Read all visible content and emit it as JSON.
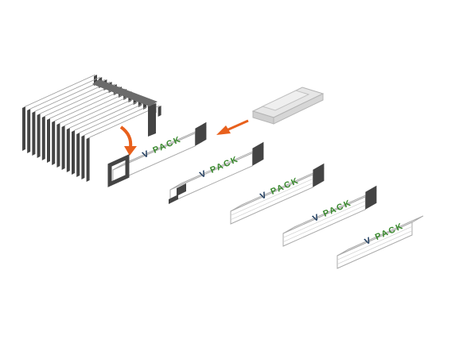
{
  "brand": {
    "mark": "V",
    "word": "PACK",
    "mark_color": "#1c3a5e",
    "word_color": "#3a8a2e"
  },
  "colors": {
    "dark_frame": "#444444",
    "outline": "#a9a9a9",
    "arrow": "#e8601c",
    "gray_sleeve_fill": "#dcdcdc"
  },
  "steps": [
    {
      "stage": "open-frame"
    },
    {
      "stage": "partially-wrapped"
    },
    {
      "stage": "wrapped"
    },
    {
      "stage": "wrapped"
    },
    {
      "stage": "sealed"
    }
  ],
  "icons": [
    "curved-arrow-icon",
    "straight-arrow-icon"
  ]
}
